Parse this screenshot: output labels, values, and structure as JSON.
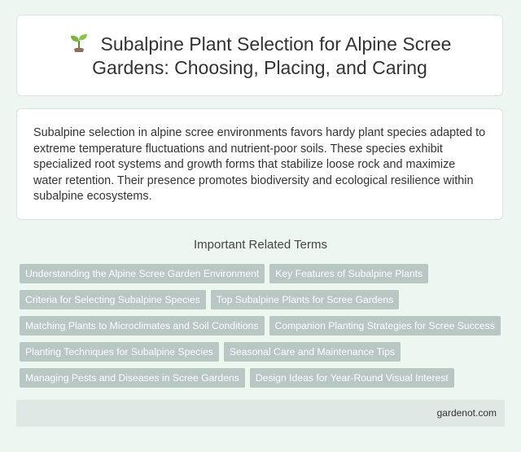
{
  "header": {
    "icon": "sprout-icon",
    "title": "Subalpine Plant Selection for Alpine Scree Gardens: Choosing, Placing, and Caring"
  },
  "description": "Subalpine selection in alpine scree environments favors hardy plant species adapted to extreme temperature fluctuations and nutrient-poor soils. These species exhibit specialized root systems and growth forms that stabilize loose rock and maximize water retention. Their presence promotes biodiversity and ecological resilience within subalpine ecosystems.",
  "related": {
    "heading": "Important Related Terms",
    "rows": [
      [
        "Understanding the Alpine Scree Garden Environment",
        "Key Features of Subalpine Plants"
      ],
      [
        "Criteria for Selecting Subalpine Species",
        "Top Subalpine Plants for Scree Gardens"
      ],
      [
        "Matching Plants to Microclimates and Soil Conditions",
        "Companion Planting Strategies for Scree Success"
      ],
      [
        "Planting Techniques for Subalpine Species",
        "Seasonal Care and Maintenance Tips"
      ],
      [
        "Managing Pests and Diseases in Scree Gardens",
        "Design Ideas for Year-Round Visual Interest"
      ]
    ]
  },
  "footer": {
    "site": "gardenot.com"
  },
  "colors": {
    "background": "#eef6f2",
    "tag_bg": "#b8c7c3",
    "footer_bg": "#dfe8e4"
  }
}
